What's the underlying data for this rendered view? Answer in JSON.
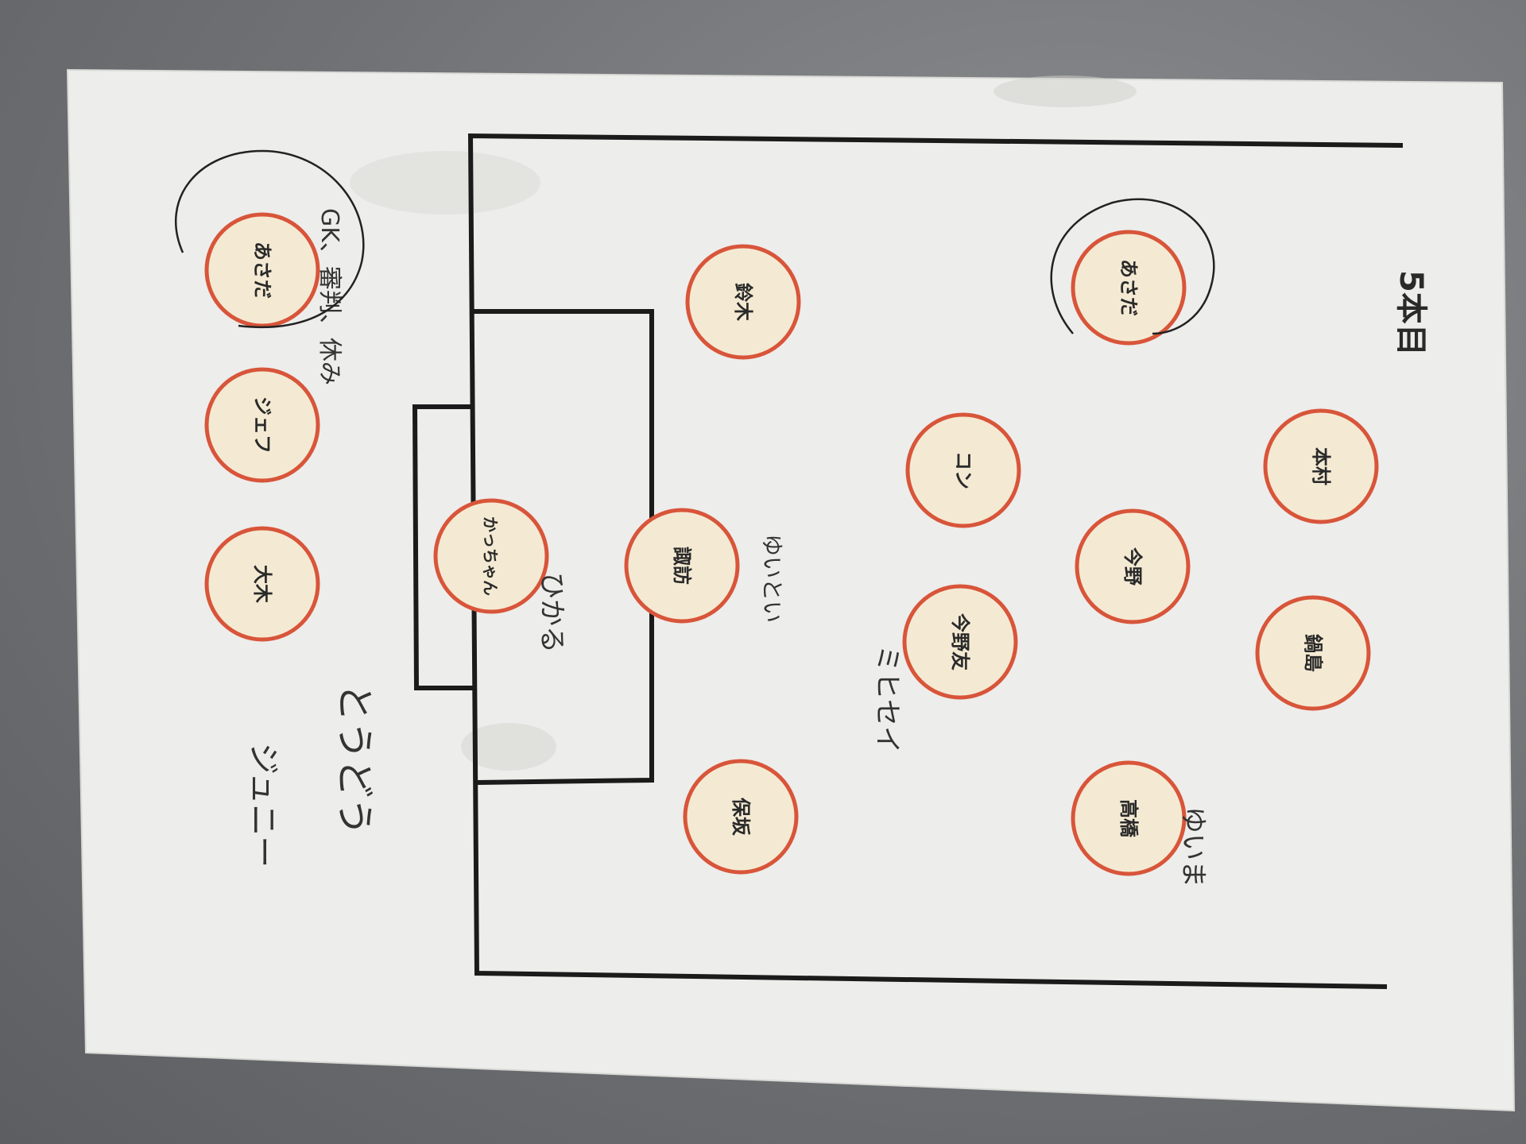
{
  "sheet": {
    "heading": "5本目",
    "bench_note": "GK、審判、休み"
  },
  "players_on_pitch": [
    {
      "name": "鈴木"
    },
    {
      "name": "かっちゃん"
    },
    {
      "name": "諏訪"
    },
    {
      "name": "保坂"
    },
    {
      "name": "コン"
    },
    {
      "name": "今野友"
    },
    {
      "name": "今野"
    },
    {
      "name": "本村"
    },
    {
      "name": "鍋島"
    },
    {
      "name": "高橋"
    },
    {
      "name": "あさだ"
    }
  ],
  "players_off_pitch": [
    {
      "name": "あさだ"
    },
    {
      "name": "ジェフ"
    },
    {
      "name": "大木"
    }
  ],
  "handwritten_notes": {
    "note_gk_area": "ひかる",
    "note_left_of_suwa": "ゆいとい",
    "note_near_konno": "ミヒセイ",
    "note_bottom_1": "とうどう",
    "note_bottom_2": "ジュニー",
    "note_takahashi": "ゆいま"
  },
  "colors": {
    "paper": "#eeeeec",
    "circle_fill": "#f4ead3",
    "circle_stroke": "#d8553a",
    "pitch_line": "#1b1b1b",
    "background": "#6f7174"
  }
}
